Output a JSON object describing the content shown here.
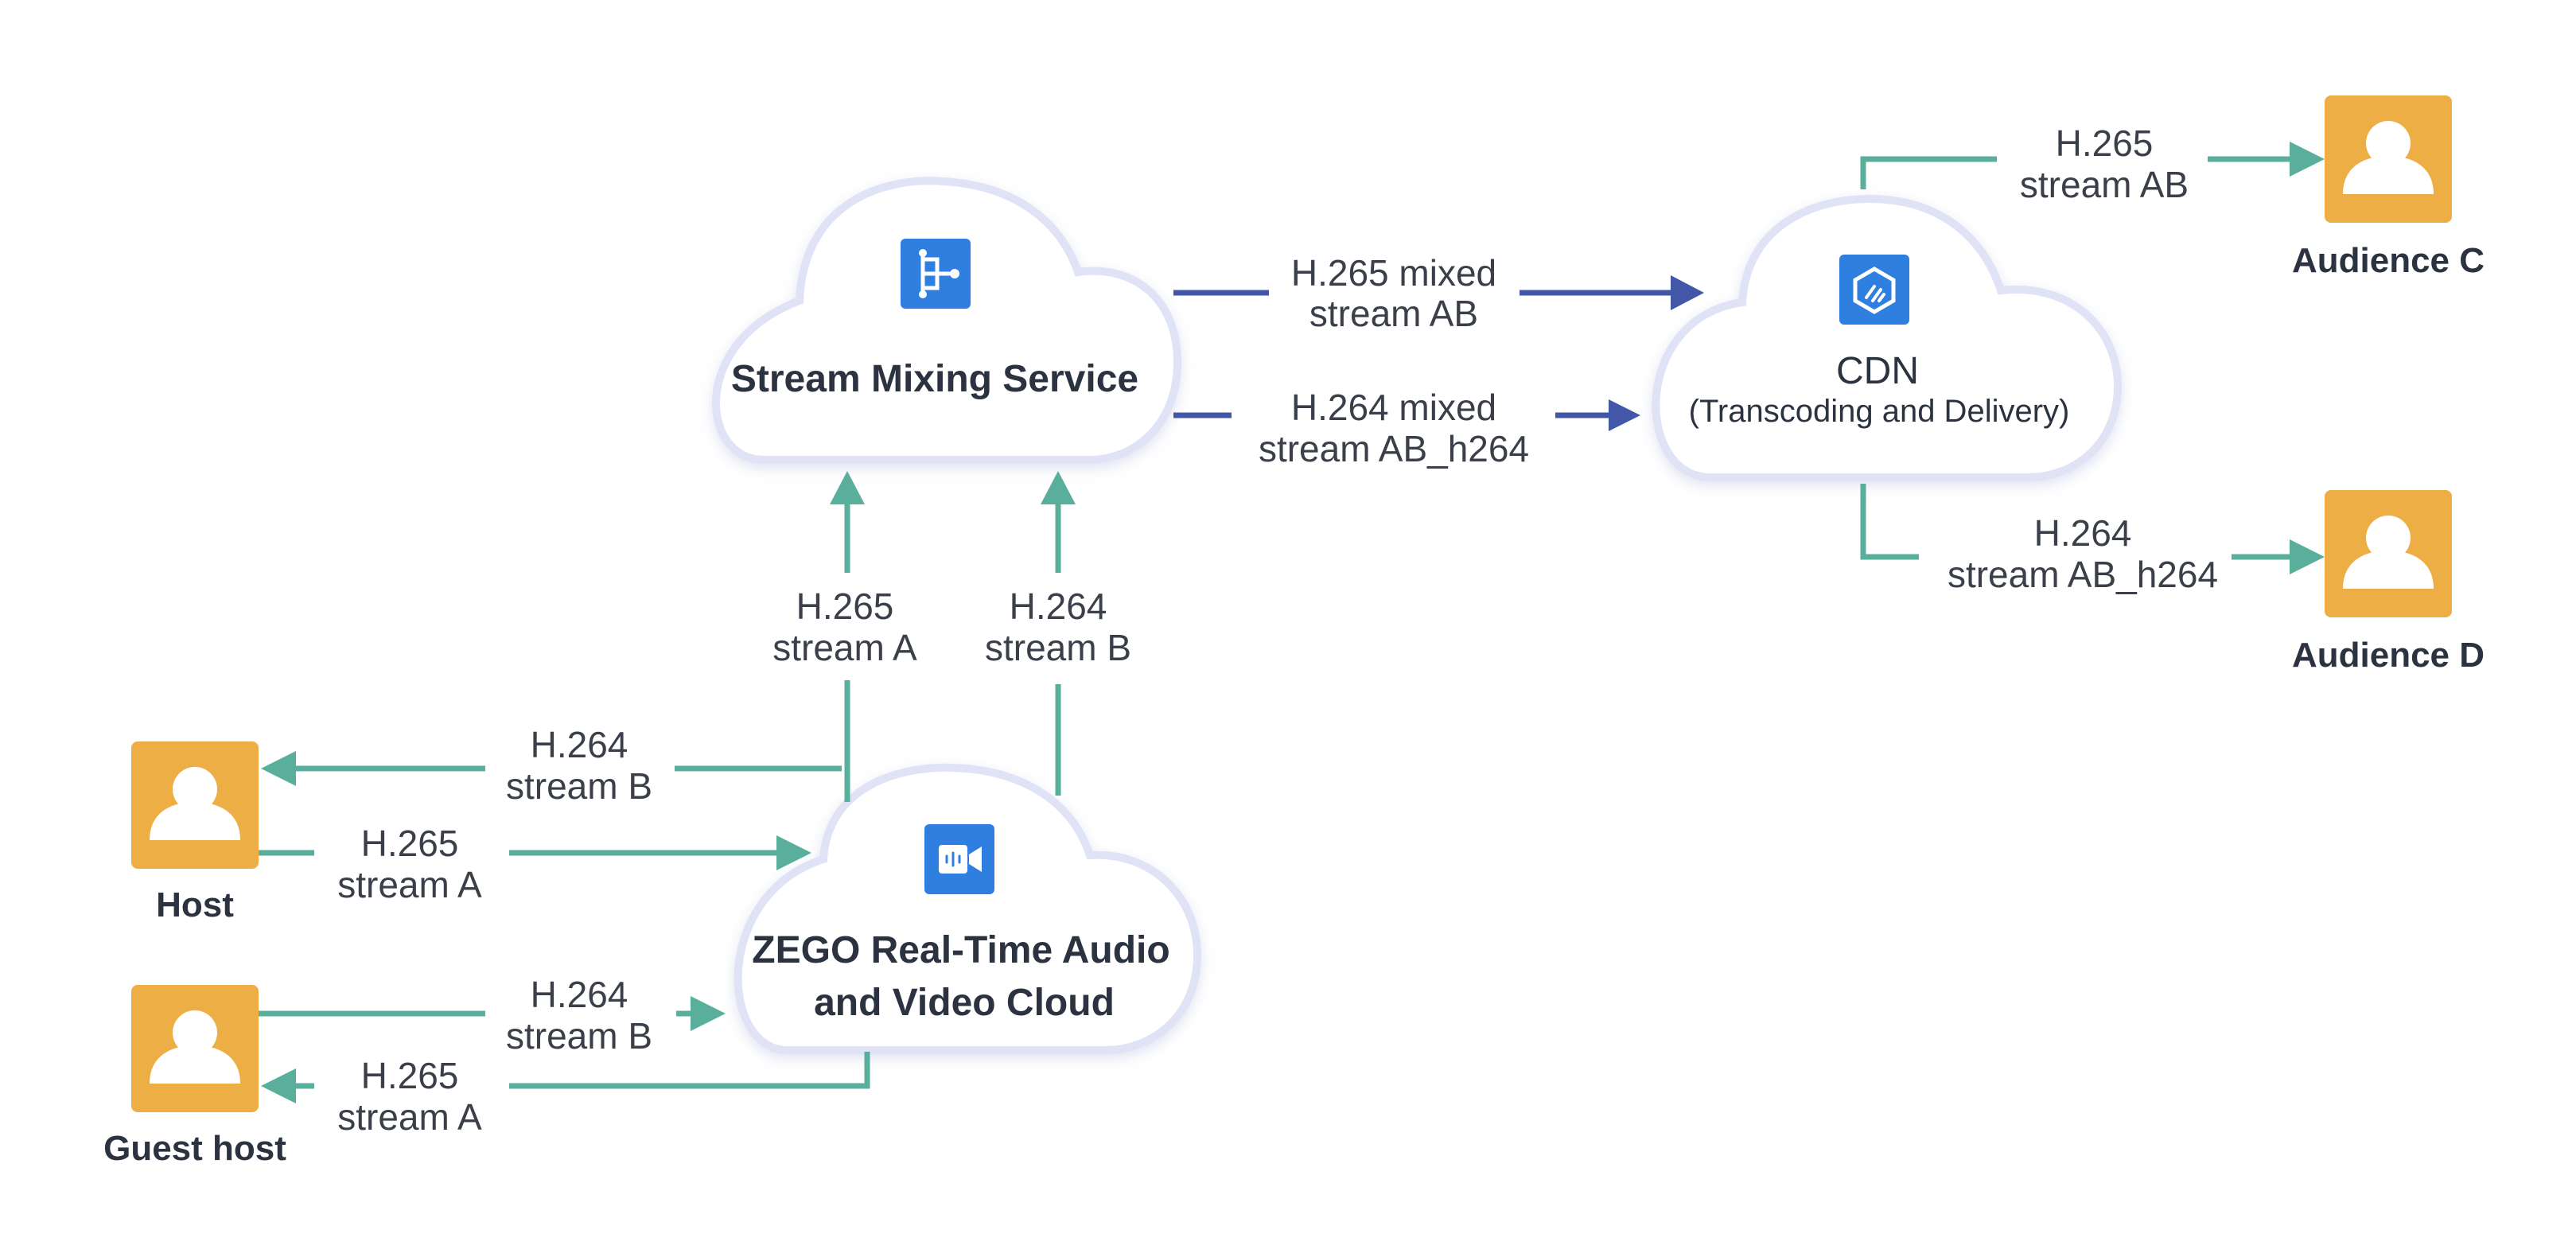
{
  "colors": {
    "teal": "#5aae9c",
    "indigo": "#4257a8",
    "person_bg": "#eeae46",
    "icon_bg": "#2f7fe0",
    "cloud_stroke": "#dfe3f5"
  },
  "nodes": {
    "mixing": {
      "title": "Stream Mixing Service",
      "icon": "flow-branch-icon"
    },
    "rtc": {
      "line1": "ZEGO Real-Time Audio",
      "line2": "and Video Cloud",
      "icon": "video-camera-icon"
    },
    "cdn": {
      "title": "CDN",
      "subtitle": "(Transcoding and Delivery)",
      "icon": "cdn-cube-icon"
    },
    "host": {
      "name": "Host",
      "icon": "person-icon"
    },
    "guest": {
      "name": "Guest host",
      "icon": "person-icon"
    },
    "aud_c": {
      "name": "Audience C",
      "icon": "person-icon"
    },
    "aud_d": {
      "name": "Audience D",
      "icon": "person-icon"
    }
  },
  "edges": {
    "mix_cdn_h265": {
      "l1": "H.265 mixed",
      "l2": "stream AB"
    },
    "mix_cdn_h264": {
      "l1": "H.264 mixed",
      "l2": "stream AB_h264"
    },
    "cdn_aud_c": {
      "l1": "H.265",
      "l2": "stream AB"
    },
    "cdn_aud_d": {
      "l1": "H.264",
      "l2": "stream AB_h264"
    },
    "rtc_mix_a": {
      "l1": "H.265",
      "l2": "stream A"
    },
    "rtc_mix_b": {
      "l1": "H.264",
      "l2": "stream B"
    },
    "rtc_host_b": {
      "l1": "H.264",
      "l2": "stream B"
    },
    "host_rtc_a": {
      "l1": "H.265",
      "l2": "stream A"
    },
    "guest_rtc_b": {
      "l1": "H.264",
      "l2": "stream B"
    },
    "rtc_guest_a": {
      "l1": "H.265",
      "l2": "stream A"
    }
  }
}
